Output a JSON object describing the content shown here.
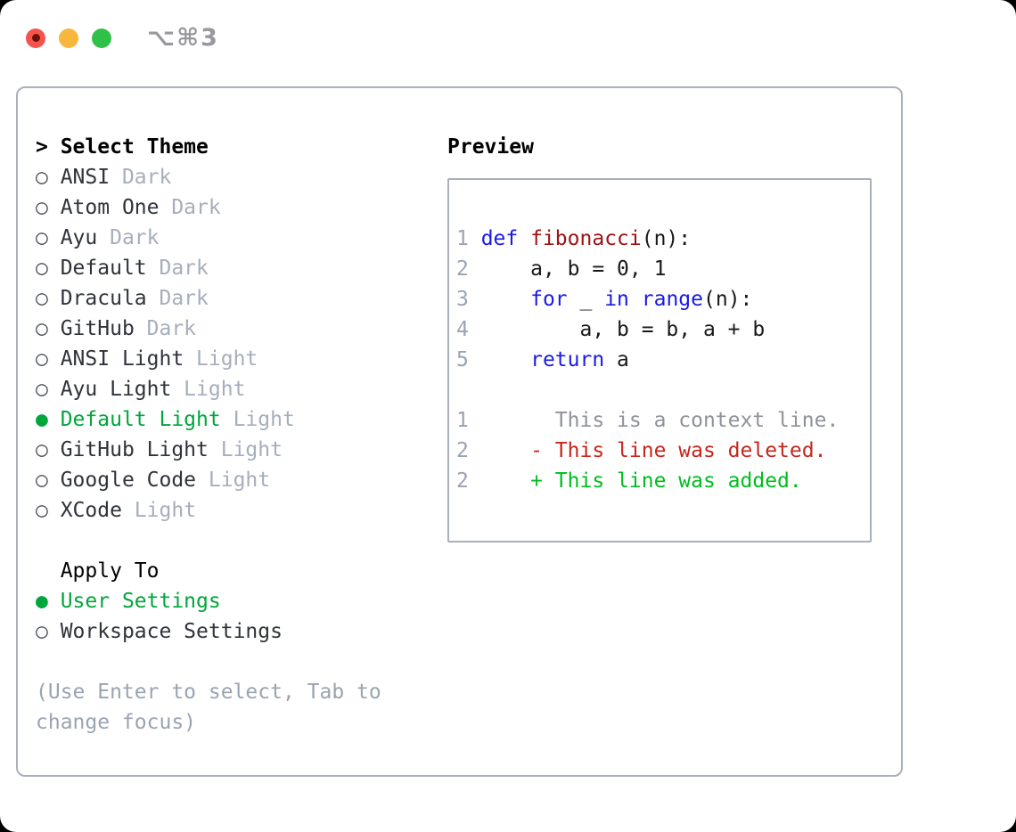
{
  "window": {
    "title": "⌥⌘3",
    "traffic_lights": [
      "close",
      "minimize",
      "zoom"
    ]
  },
  "markers": {
    "selected": "●",
    "unselected": "○"
  },
  "theme_list": {
    "heading_marker": "> ",
    "heading": "Select Theme",
    "items": [
      {
        "name": "ANSI",
        "variant": "Dark",
        "selected": false
      },
      {
        "name": "Atom One",
        "variant": "Dark",
        "selected": false
      },
      {
        "name": "Ayu",
        "variant": "Dark",
        "selected": false
      },
      {
        "name": "Default",
        "variant": "Dark",
        "selected": false
      },
      {
        "name": "Dracula",
        "variant": "Dark",
        "selected": false
      },
      {
        "name": "GitHub",
        "variant": "Dark",
        "selected": false
      },
      {
        "name": "ANSI Light",
        "variant": "Light",
        "selected": false
      },
      {
        "name": "Ayu Light",
        "variant": "Light",
        "selected": false
      },
      {
        "name": "Default Light",
        "variant": "Light",
        "selected": true
      },
      {
        "name": "GitHub Light",
        "variant": "Light",
        "selected": false
      },
      {
        "name": "Google Code",
        "variant": "Light",
        "selected": false
      },
      {
        "name": "XCode",
        "variant": "Light",
        "selected": false
      }
    ]
  },
  "apply_to": {
    "heading": "Apply To",
    "options": [
      {
        "label": "User Settings",
        "selected": true
      },
      {
        "label": "Workspace Settings",
        "selected": false
      }
    ]
  },
  "footer_hint": "(Use Enter to select, Tab to change focus)",
  "preview": {
    "heading": "Preview",
    "lines": [
      {
        "num": "1 ",
        "tokens": [
          {
            "c": "keyword",
            "t": "def"
          },
          {
            "c": "plain",
            "t": " "
          },
          {
            "c": "function",
            "t": "fibonacci"
          },
          {
            "c": "plain",
            "t": "(n):"
          }
        ]
      },
      {
        "num": "2 ",
        "tokens": [
          {
            "c": "plain",
            "t": "    a, b = 0, 1"
          }
        ]
      },
      {
        "num": "3 ",
        "tokens": [
          {
            "c": "plain",
            "t": "    "
          },
          {
            "c": "keyword",
            "t": "for"
          },
          {
            "c": "plain",
            "t": " _ "
          },
          {
            "c": "keyword",
            "t": "in"
          },
          {
            "c": "plain",
            "t": " "
          },
          {
            "c": "keyword",
            "t": "range"
          },
          {
            "c": "plain",
            "t": "(n):"
          }
        ]
      },
      {
        "num": "4 ",
        "tokens": [
          {
            "c": "plain",
            "t": "        a, b = b, a + b"
          }
        ]
      },
      {
        "num": "5 ",
        "tokens": [
          {
            "c": "plain",
            "t": "    "
          },
          {
            "c": "keyword",
            "t": "return"
          },
          {
            "c": "plain",
            "t": " a"
          }
        ]
      },
      {
        "num": "",
        "tokens": []
      },
      {
        "num": "1 ",
        "tokens": [
          {
            "c": "context",
            "t": "      This is a context line."
          }
        ]
      },
      {
        "num": "2 ",
        "tokens": [
          {
            "c": "deleted",
            "t": "    - This line was deleted."
          }
        ]
      },
      {
        "num": "2 ",
        "tokens": [
          {
            "c": "added",
            "t": "    + This line was added."
          }
        ]
      }
    ]
  },
  "colors": {
    "page_bg": "#000000",
    "window_bg": "#ffffff",
    "panel_border": "#a9b0ba",
    "title_gray": "#98989d",
    "traffic_red": "#f5544d",
    "traffic_red_dot": "#6d0f0b",
    "traffic_yellow": "#f6b73c",
    "traffic_green": "#2fc147",
    "heading_black": "#000000",
    "item_text": "#2f333a",
    "variant_gray": "#a6aebc",
    "marker_ring": "#4d525a",
    "selected_green": "#00a63c",
    "footer_text": "#9aa3b2",
    "line_number": "#9aa3b2",
    "tokens": {
      "plain": "#191919",
      "keyword": "#1a1ae6",
      "function": "#9c1212",
      "context": "#8f9299",
      "deleted": "#c5271c",
      "added": "#00bd1f"
    }
  }
}
